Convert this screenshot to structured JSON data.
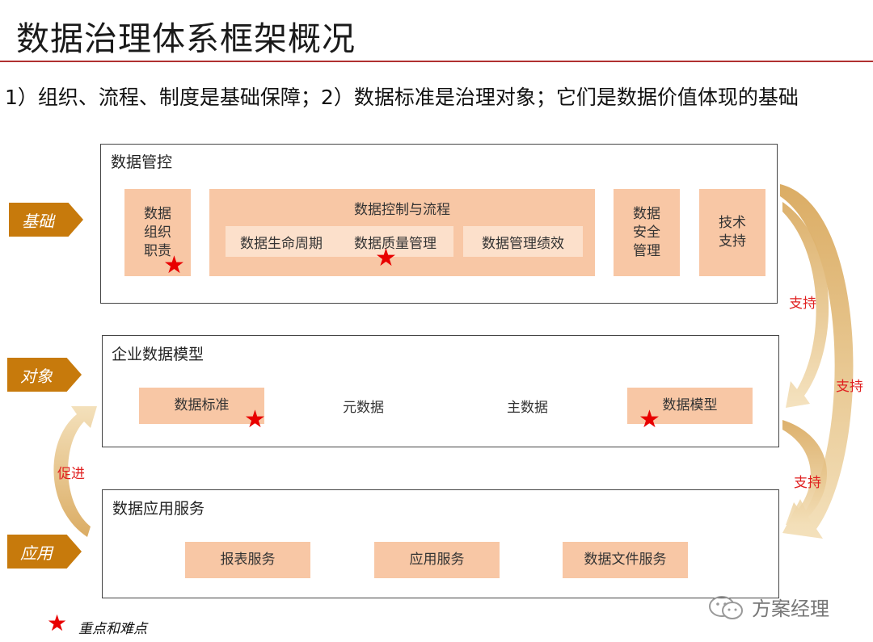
{
  "header": {
    "title": "数据治理体系框架概况",
    "subtitle": "1）组织、流程、制度是基础保障；2）数据标准是治理对象；它们是数据价值体现的基础"
  },
  "layers": {
    "foundation_tag": "基础",
    "object_tag": "对象",
    "application_tag": "应用"
  },
  "panel_control": {
    "title": "数据管控",
    "org": "数据组织职责",
    "flow_title": "数据控制与流程",
    "lifecycle": "数据生命周期",
    "quality": "数据质量管理",
    "performance": "数据管理绩效",
    "security": "数据安全管理",
    "tech": "技术支持"
  },
  "panel_model": {
    "title": "企业数据模型",
    "standard": "数据标准",
    "metadata": "元数据",
    "master": "主数据",
    "model": "数据模型"
  },
  "panel_service": {
    "title": "数据应用服务",
    "report": "报表服务",
    "app": "应用服务",
    "file": "数据文件服务"
  },
  "arrows": {
    "support_1": "支持",
    "support_2": "支持",
    "support_3": "支持",
    "promote": "促进"
  },
  "legend": {
    "star_label": "重点和难点"
  },
  "watermark": "方案经理",
  "colors": {
    "box_fill": "#f8c7a5",
    "inner_fill": "#fce0cb",
    "tag_fill": "#c77a0c",
    "arrow_fill": "#e8c98f",
    "star": "#e80000",
    "rule": "#b03030"
  }
}
